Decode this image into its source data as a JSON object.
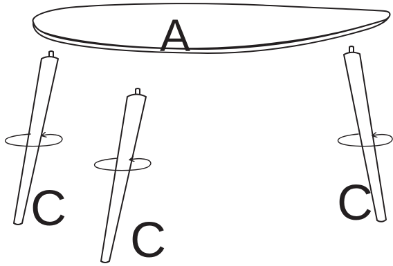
{
  "labels": {
    "tabletop": "A",
    "leg_left": "C",
    "leg_middle": "C",
    "leg_right": "C"
  },
  "colors": {
    "line": "#231f20",
    "background": "#ffffff"
  }
}
